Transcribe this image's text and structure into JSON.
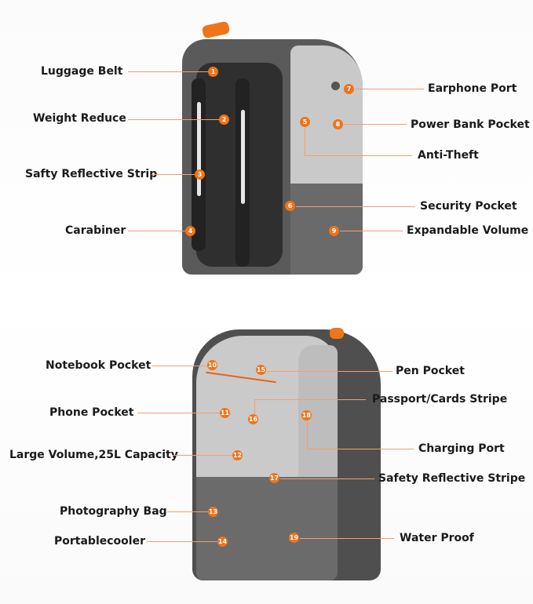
{
  "accent_color": "#f07418",
  "top_view": {
    "callouts": [
      {
        "n": "1",
        "label": "Luggage Belt"
      },
      {
        "n": "2",
        "label": "Weight Reduce"
      },
      {
        "n": "3",
        "label": "Safty Reflective Strip"
      },
      {
        "n": "4",
        "label": "Carabiner"
      },
      {
        "n": "5",
        "label": "Anti-Theft"
      },
      {
        "n": "6",
        "label": "Security Pocket"
      },
      {
        "n": "7",
        "label": "Earphone Port"
      },
      {
        "n": "8",
        "label": "Power Bank Pocket"
      },
      {
        "n": "9",
        "label": "Expandable Volume"
      }
    ]
  },
  "bottom_view": {
    "callouts": [
      {
        "n": "10",
        "label": "Notebook Pocket"
      },
      {
        "n": "11",
        "label": "Phone Pocket"
      },
      {
        "n": "12",
        "label": "Large Volume,25L Capacity"
      },
      {
        "n": "13",
        "label": "Photography Bag"
      },
      {
        "n": "14",
        "label": "Portablecooler"
      },
      {
        "n": "15",
        "label": "Pen Pocket"
      },
      {
        "n": "16",
        "label": "Passport/Cards Stripe"
      },
      {
        "n": "17",
        "label": "Safety Reflective Stripe"
      },
      {
        "n": "18",
        "label": "Charging Port"
      },
      {
        "n": "19",
        "label": "Water Proof"
      }
    ]
  }
}
